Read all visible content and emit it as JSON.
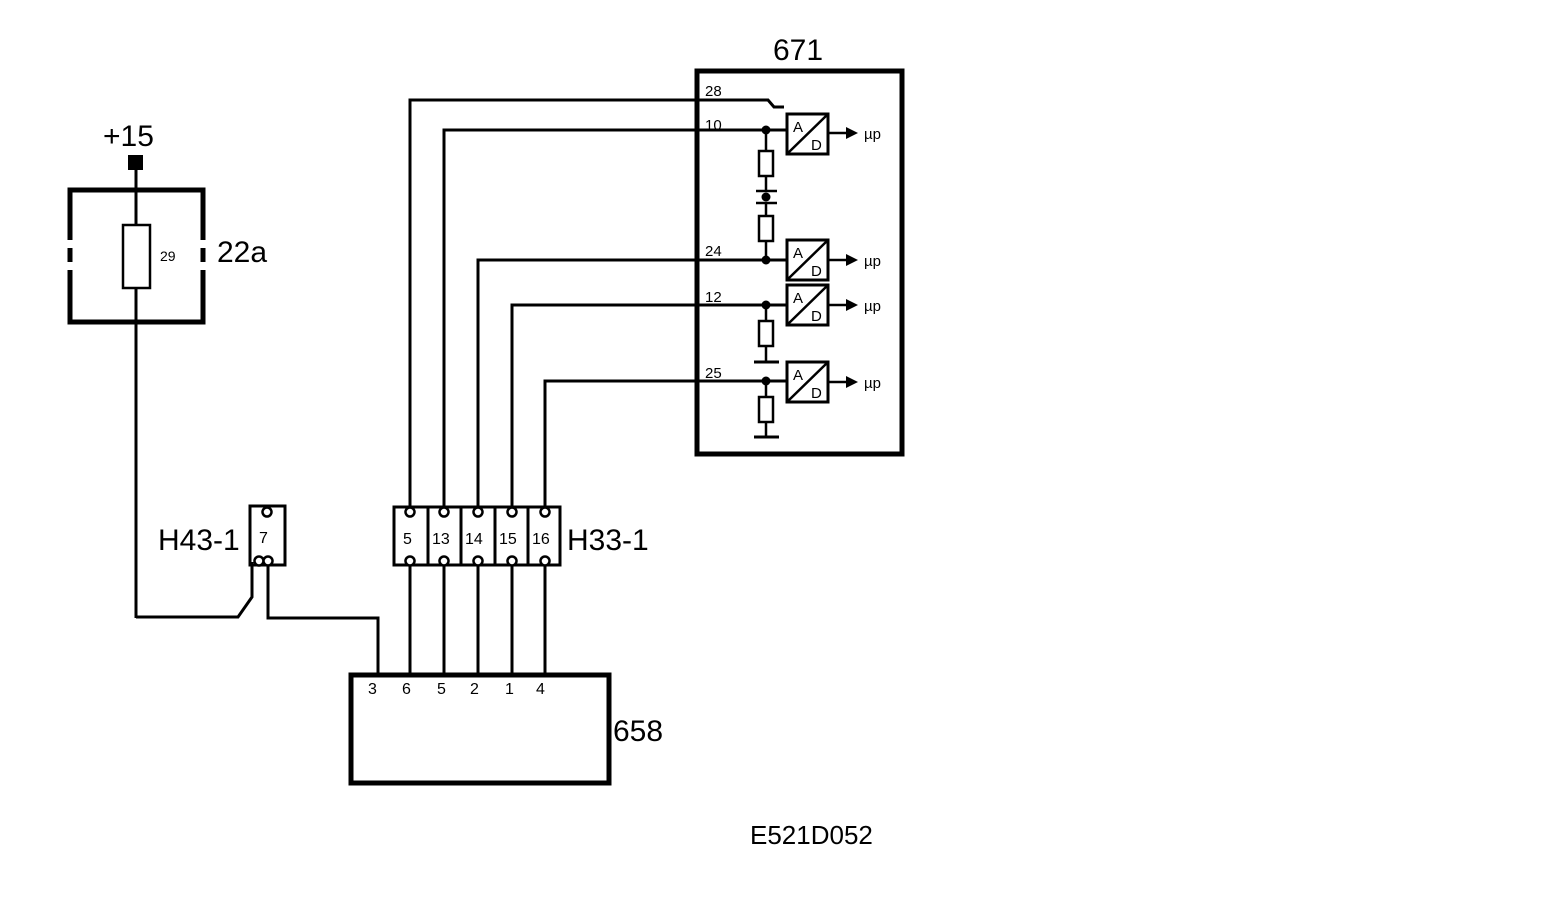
{
  "supply": {
    "label": "+15"
  },
  "fuse_box": {
    "label": "22a",
    "fuse_number": "29"
  },
  "connector_h43": {
    "label": "H43-1",
    "pin": "7"
  },
  "connector_h33": {
    "label": "H33-1",
    "pins": [
      "5",
      "13",
      "14",
      "15",
      "16"
    ]
  },
  "module_658": {
    "label": "658",
    "pins": [
      "3",
      "6",
      "5",
      "2",
      "1",
      "4"
    ]
  },
  "ecu_671": {
    "label": "671",
    "pins": [
      "28",
      "10",
      "24",
      "12",
      "25"
    ],
    "converters": [
      {
        "a": "A",
        "d": "D",
        "output": "µp"
      },
      {
        "a": "A",
        "d": "D",
        "output": "µp"
      },
      {
        "a": "A",
        "d": "D",
        "output": "µp"
      },
      {
        "a": "A",
        "d": "D",
        "output": "µp"
      }
    ]
  },
  "diagram_id": "E521D052"
}
